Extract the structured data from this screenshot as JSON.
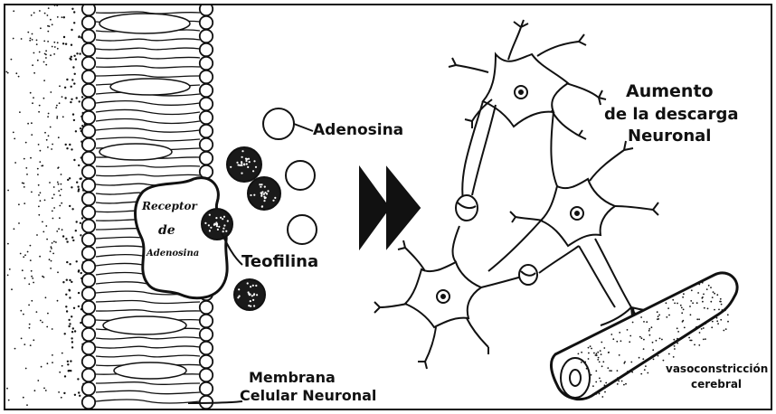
{
  "labels": {
    "adenosine": "Adenosina",
    "theophylline": "Teofilina",
    "receptor_line1": "Receptor",
    "receptor_line2": "de",
    "receptor_line3": "Adenosina",
    "increase_line1": "Aumento",
    "increase_line2": "de la descarga",
    "increase_line3": "Neuronal",
    "membrane_line1": "Membrana",
    "membrane_line2": "Celular Neuronal",
    "vaso_line1": "vasoconstricción",
    "vaso_line2": "cerebral"
  },
  "colors": {
    "ink": "#111111",
    "paper": "#ffffff"
  }
}
